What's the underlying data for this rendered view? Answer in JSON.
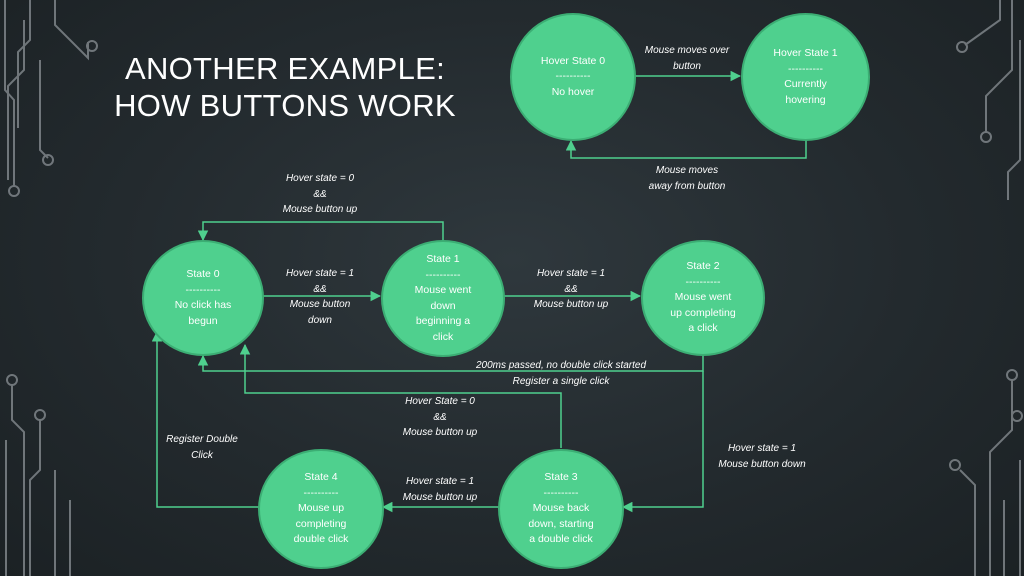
{
  "slide": {
    "title_line1": "ANOTHER EXAMPLE:",
    "title_line2": "HOW BUTTONS WORK"
  },
  "colors": {
    "node_fill": "#4fd08e",
    "edge": "#4fd08e",
    "text": "#ffffff",
    "circuit_decoration": "#8b9196"
  },
  "nodes": {
    "hover0": "Hover State 0\n----------\nNo hover",
    "hover1": "Hover State 1\n----------\nCurrently\nhovering",
    "state0": "State 0\n----------\nNo click has\nbegun",
    "state1": "State 1\n----------\nMouse went\ndown\nbeginning a\nclick",
    "state2": "State 2\n----------\nMouse went\nup completing\na click",
    "state3": "State 3\n----------\nMouse back\ndown, starting\na double click",
    "state4": "State 4\n----------\nMouse up\ncompleting\ndouble click"
  },
  "edges": {
    "hover0_to_hover1": "Mouse moves over\nbutton",
    "hover1_to_hover0": "Mouse moves\naway from button",
    "state1_to_state0": "Hover state = 0\n&&\nMouse button up",
    "state0_to_state1": "Hover state = 1\n&&\nMouse button\ndown",
    "state1_to_state2": "Hover state = 1\n&&\nMouse button up",
    "state2_to_state0": "200ms passed, no double click started\nRegister a single click",
    "state3_to_state0": "Hover State = 0\n&&\nMouse button up",
    "state2_to_state3": "Hover state = 1\nMouse button down",
    "state3_to_state4": "Hover state = 1\nMouse button up",
    "state4_to_state0": "Register Double\nClick"
  }
}
